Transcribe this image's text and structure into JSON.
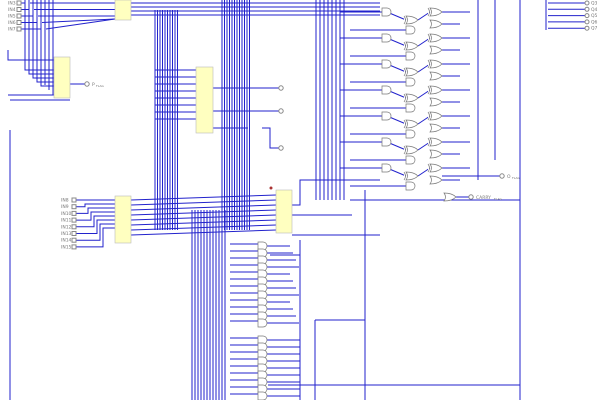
{
  "inputs_top": [
    "IN3",
    "IN4",
    "IN5",
    "IN6",
    "IN7"
  ],
  "inputs_bottom": [
    "IN8",
    "IN9",
    "IN10",
    "IN11",
    "IN12",
    "IN13",
    "IN14",
    "IN15"
  ],
  "outputs_right": [
    "Q3",
    "Q4",
    "Q5",
    "Q6",
    "Q7"
  ],
  "flags": {
    "parity": {
      "main": "P",
      "sub": "FLAG"
    },
    "overflow": {
      "main": "O",
      "sub": "FLAG"
    },
    "carry": {
      "main": "CARRY",
      "sub": "FLAG"
    }
  },
  "colors": {
    "wire": "#2222cc",
    "chip": "#ffffc0",
    "pin": "#888888"
  }
}
